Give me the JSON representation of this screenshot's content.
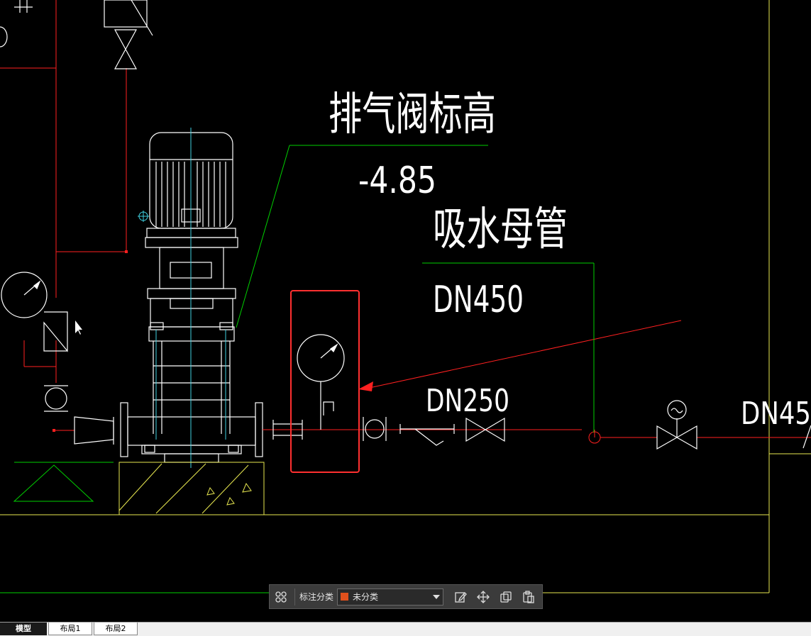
{
  "drawing": {
    "title_cn_1": "排气阀标高",
    "elevation": "-4.85",
    "title_cn_2": "吸水母管",
    "pipe_main": "DN450",
    "pipe_branch": "DN250",
    "pipe_right": "DN45"
  },
  "toolbar": {
    "category_label": "标注分类",
    "category_value": "未分类",
    "category_color": "#e0501c",
    "icons": [
      "grid-icon",
      "edit-note-icon",
      "move-icon",
      "copy-icon",
      "paste-icon"
    ]
  },
  "tabs": [
    {
      "label": "模型",
      "active": true
    },
    {
      "label": "布局1",
      "active": false
    },
    {
      "label": "布局2",
      "active": false
    }
  ],
  "colors": {
    "background": "#000000",
    "pipe": "#ff2020",
    "leader": "#00d000",
    "frame": "#e8e850",
    "centerline": "#40d0e0",
    "highlight_box": "#ff3030"
  }
}
